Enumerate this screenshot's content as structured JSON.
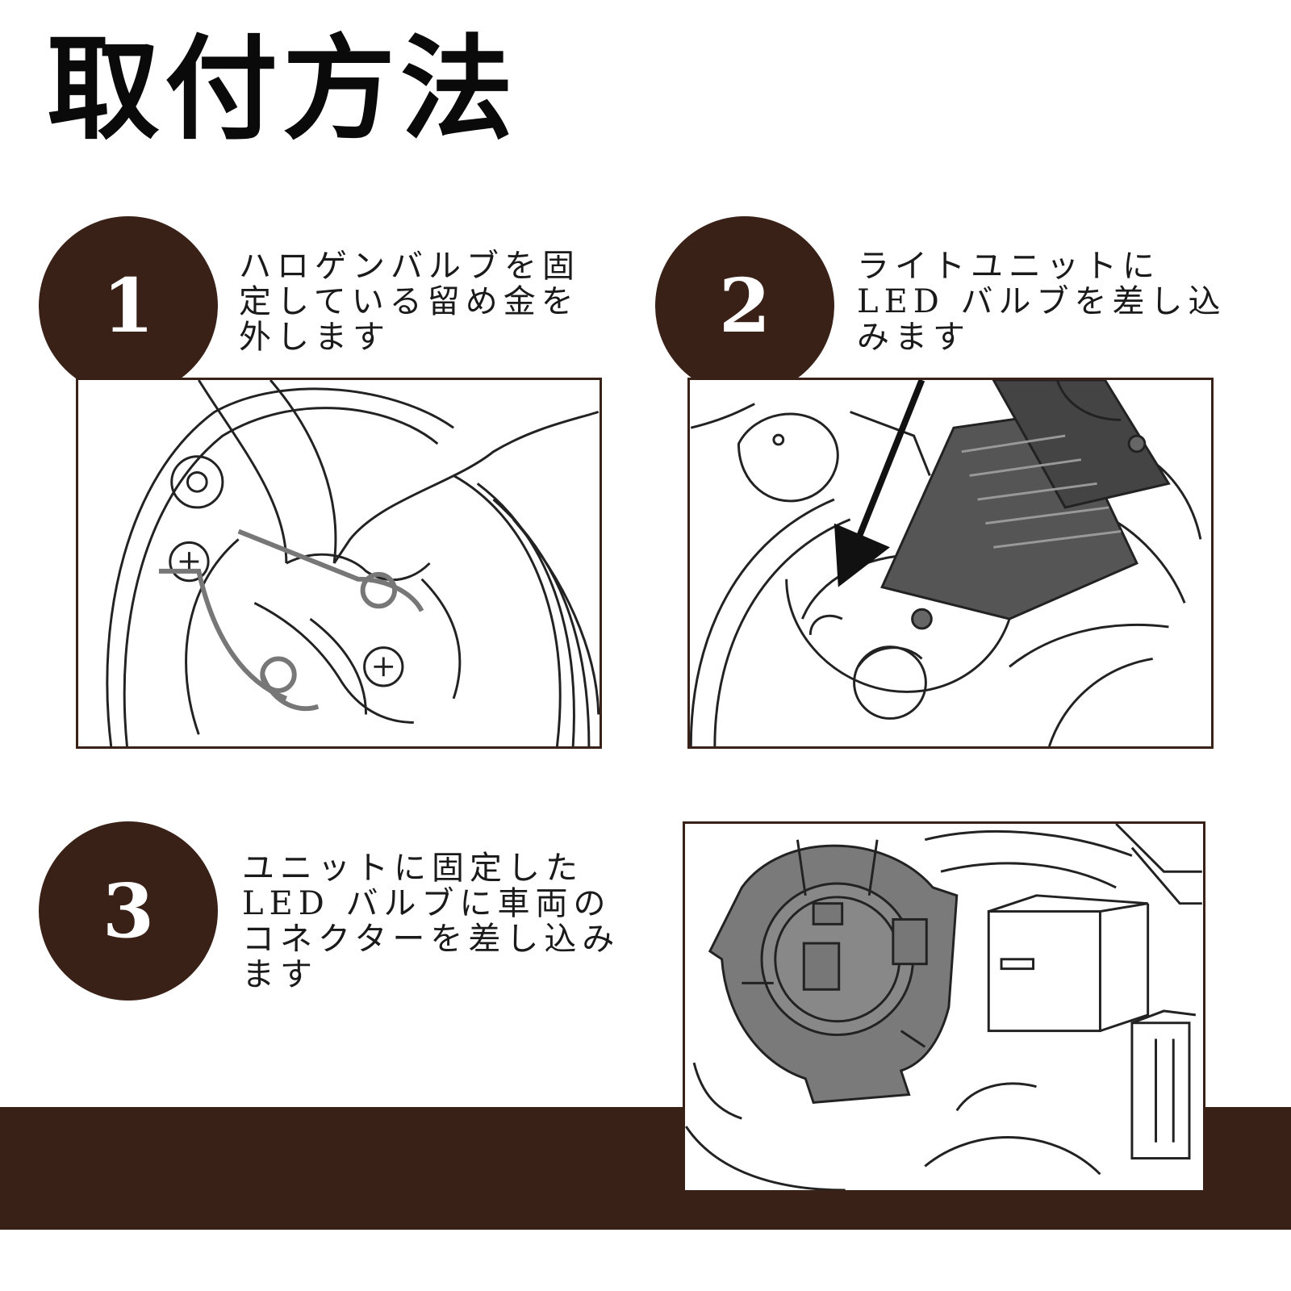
{
  "title": "取付方法",
  "colors": {
    "accent": "#3a2118",
    "background": "#ffffff",
    "text": "#1a1a1a"
  },
  "steps": [
    {
      "number": "1",
      "lines": [
        "ハロゲンバルブを固",
        "定している留め金を",
        "外します"
      ],
      "illustration": "headlight-clip-release-illustration"
    },
    {
      "number": "2",
      "lines": [
        "ライトユニットに",
        "LED バルブを差し込",
        "みます"
      ],
      "illustration": "led-bulb-insert-illustration"
    },
    {
      "number": "3",
      "lines": [
        "ユニットに固定した",
        "LED バルブに車両の",
        "コネクターを差し込み",
        "ます"
      ],
      "illustration": "connector-plug-illustration"
    }
  ]
}
